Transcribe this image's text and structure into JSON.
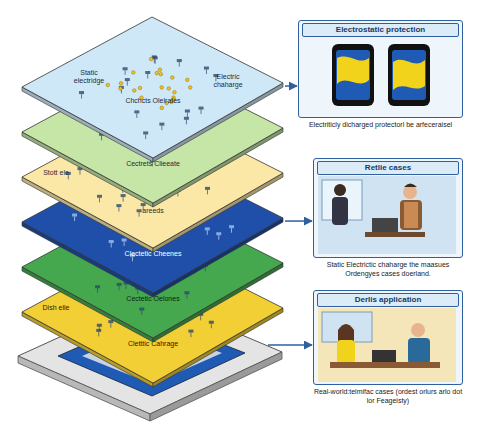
{
  "diagram": {
    "nodes": [
      {
        "text": [
          "Static electridge",
          "Electric chaharge",
          "Chchcts Olelrates"
        ]
      },
      {
        "text": [
          "Cectrets Clieeate"
        ]
      },
      {
        "text": [
          "Stott ele",
          "areeds"
        ]
      },
      {
        "text": [
          "Clectetic Cheenes"
        ]
      },
      {
        "text": [
          "Cectetic Oelones"
        ]
      },
      {
        "text": [
          "Dish elle",
          "Cletttic Cahrage"
        ]
      },
      {
        "text": [
          "Electrostatic protection",
          "Electriticly dicharged protectorl be arfeceraisel"
        ]
      },
      {
        "text": [
          "Retlie cases",
          "Static Electrictic chaharge the maasues Ordengyes cases doerland."
        ]
      },
      {
        "text": [
          "Derlis application",
          "Real-world:telmifac cases (ordest orlurs arlo dot lor Feageisty)"
        ]
      }
    ],
    "edges": [
      {
        "from": 0,
        "to": 6,
        "arrow": "to"
      },
      {
        "from": 3,
        "to": 7,
        "arrow": "to"
      }
    ]
  }
}
